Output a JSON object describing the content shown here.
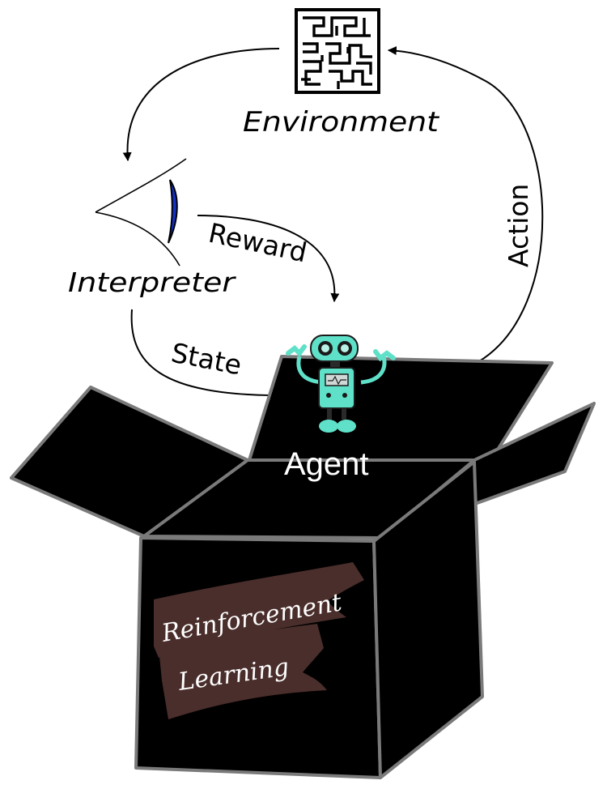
{
  "labels": {
    "environment": "Environment",
    "interpreter": "Interpreter",
    "reward": "Reward",
    "state": "State",
    "action": "Action",
    "agent": "Agent",
    "banner_line1": "Reinforcement",
    "banner_line2": "Learning"
  },
  "colors": {
    "box": "#000000",
    "box_edge": "#7a7a7a",
    "banner": "#4a2e2b",
    "robot": "#5fe0c8",
    "eye_iris": "#1330c8"
  },
  "icons": {
    "environment": "maze-icon",
    "interpreter": "eye-icon",
    "agent": "robot-icon",
    "container": "open-box"
  }
}
